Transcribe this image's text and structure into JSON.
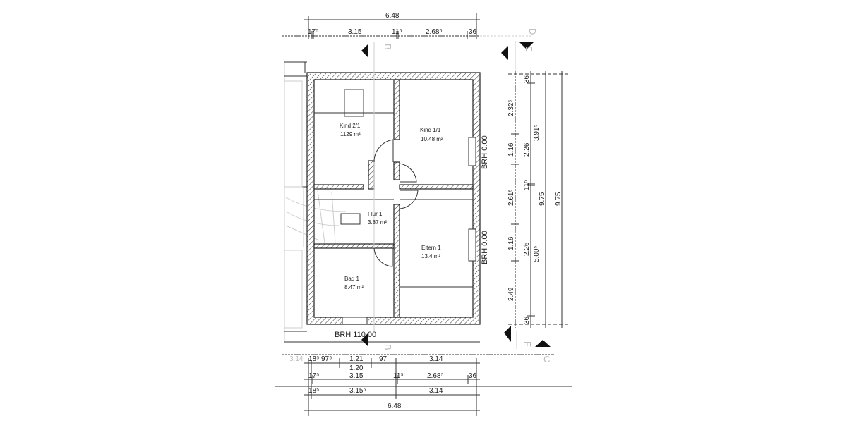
{
  "plan": {
    "rooms": [
      {
        "name": "Kind 2/1",
        "area": "1129 m²"
      },
      {
        "name": "Kind 1/1",
        "area": "10.48 m²"
      },
      {
        "name": "Flur 1",
        "area": "3.87 m²"
      },
      {
        "name": "Eltern 1",
        "area": "13.4 m²"
      },
      {
        "name": "Bad 1",
        "area": "8.47 m²"
      }
    ],
    "window_heights": {
      "right_upper": "BRH 0.00",
      "right_lower": "BRH 0.00",
      "bottom": "BRH 110.00"
    },
    "section_labels": {
      "top_b": "B",
      "top_e": "E",
      "bottom_b": "B",
      "bottom_f": "F",
      "axis_d": "D",
      "axis_c": "C"
    },
    "top_dimensions": {
      "overall": "6.48",
      "row": [
        "17⁵",
        "3.15",
        "11⁵",
        "2.68⁵",
        "36"
      ]
    },
    "right_dimensions": {
      "col1": [
        "2.32⁵",
        "1.16",
        "2.61⁵",
        "1.16",
        "2.49"
      ],
      "col2": [
        "36",
        "3.91⁵",
        "2.26",
        "11⁵",
        "2.26",
        "5.00⁵",
        "36"
      ],
      "col3": "9.75",
      "col4": "9.75"
    },
    "bottom_dimensions": {
      "row1": [
        "3.14",
        "18⁵",
        "97⁵",
        "1.21",
        "97",
        "3.14"
      ],
      "row2": [
        "1.20",
        "17⁵",
        "3.15",
        "11⁵",
        "2.68⁵",
        "36"
      ],
      "row3": [
        "18⁵",
        "3.15⁶",
        "3.14"
      ],
      "overall": "6.48"
    }
  }
}
